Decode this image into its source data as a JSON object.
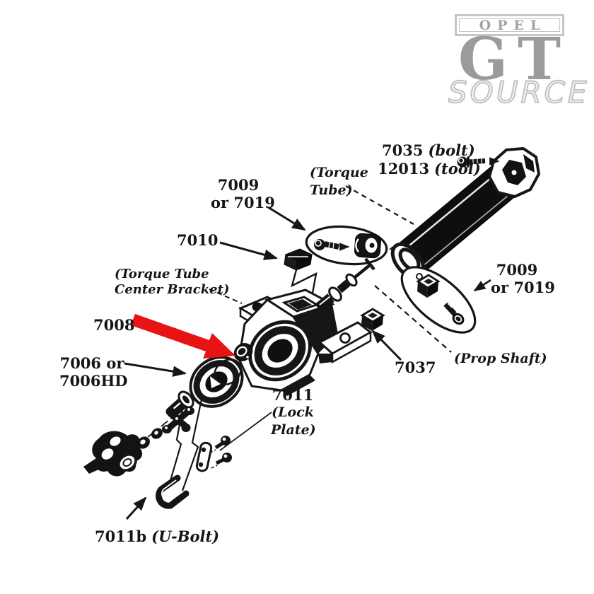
{
  "logo": {
    "brand": "OPEL",
    "model": "GT",
    "name": "SOURCE"
  },
  "labels": {
    "p7035": {
      "num": "7035",
      "note": "(bolt)"
    },
    "p12013": {
      "num": "12013",
      "note": "(tool)"
    },
    "torque_tube": {
      "line1": "(Torque",
      "line2": "Tube)"
    },
    "p7009_left": {
      "line1": "7009",
      "line2": "or 7019"
    },
    "p7010": {
      "num": "7010"
    },
    "center_bracket": {
      "line1": "(Torque Tube",
      "line2": "Center Bracket)"
    },
    "p7008": {
      "num": "7008"
    },
    "p7006": {
      "line1": "7006 or",
      "line2": "7006HD"
    },
    "p7011": {
      "num": "7011",
      "note1": "(Lock",
      "note2": "Plate)"
    },
    "p7037": {
      "num": "7037"
    },
    "prop_shaft": {
      "text": "(Prop Shaft)"
    },
    "p7009_right": {
      "line1": "7009",
      "line2": "or 7019"
    },
    "p7011b": {
      "num": "7011b",
      "note": "(U-Bolt)"
    }
  },
  "colors": {
    "highlight_arrow": "#e81414",
    "ink": "#141414",
    "logo_gray": "#9b9b9b",
    "logo_light_gray": "#c6c6c6"
  }
}
